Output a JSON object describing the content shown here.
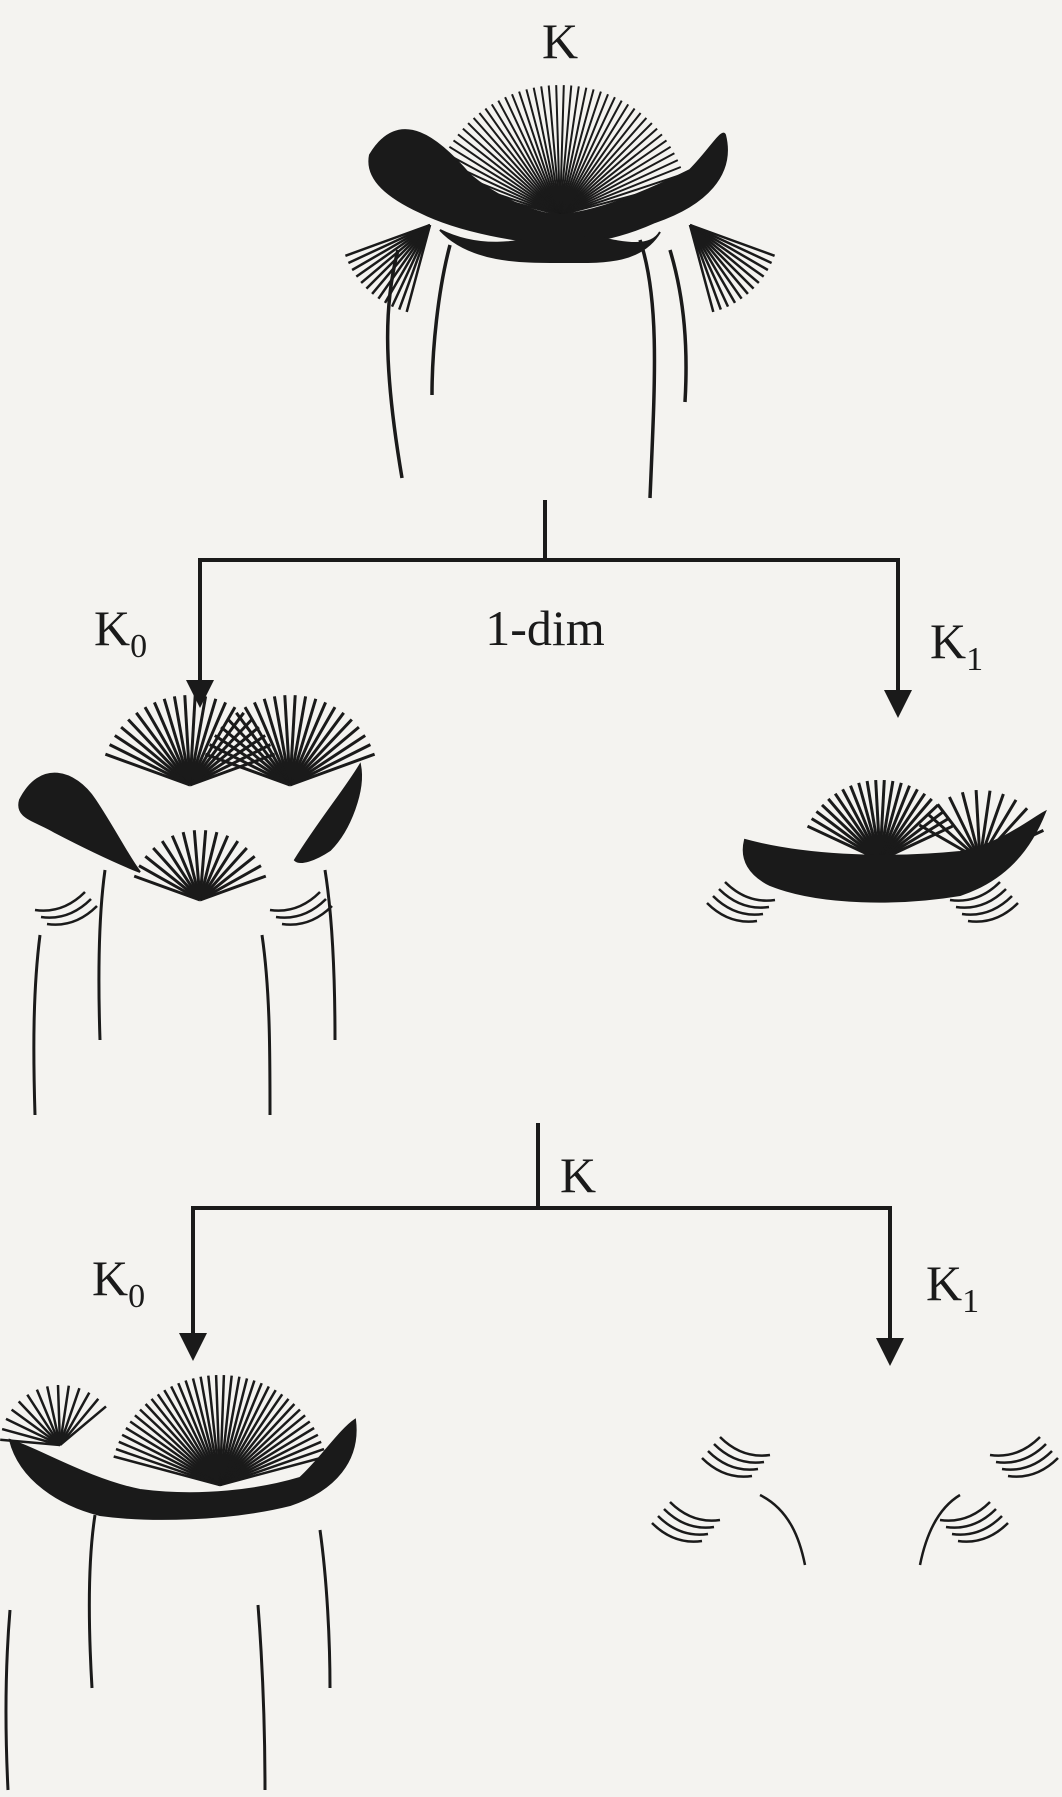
{
  "title": "K",
  "split_1": {
    "left_label": "K",
    "left_sub": "0",
    "center_label": "1-dim",
    "right_label": "K",
    "right_sub": "1"
  },
  "split_2": {
    "top_label": "K",
    "left_label": "K",
    "left_sub": "0",
    "right_label": "K",
    "right_sub": "1"
  },
  "colors": {
    "ink": "#1a1a1a",
    "paper": "#f4f3f0"
  }
}
